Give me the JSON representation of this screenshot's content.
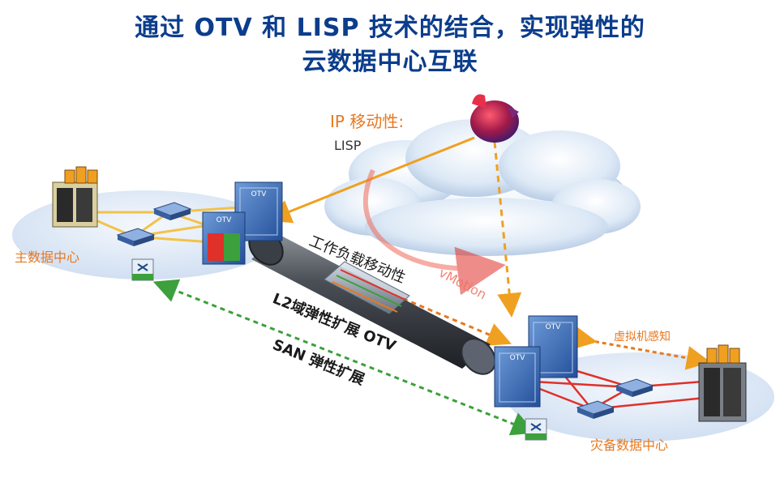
{
  "title": {
    "line1": "通过 OTV 和 LISP 技术的结合，实现弹性的",
    "line2": "云数据中心互联"
  },
  "cloud": {
    "ip_mobility_label": "IP 移动性:",
    "lisp_label": "LISP"
  },
  "sites": {
    "primary": "主数据中心",
    "disaster": "灾备数据中心"
  },
  "links": {
    "workload_mobility": "工作负载移动性",
    "vmotion": "vMotion",
    "l2_extension": "L2域弹性扩展 OTV",
    "san_extension": "SAN 弹性扩展",
    "vm_awareness": "虚拟机感知"
  },
  "switch_tag": "OTV",
  "colors": {
    "title": "#0b3d8c",
    "orange_label": "#e8781e",
    "green_link": "#3ca03c",
    "red_link": "#e0302a"
  }
}
